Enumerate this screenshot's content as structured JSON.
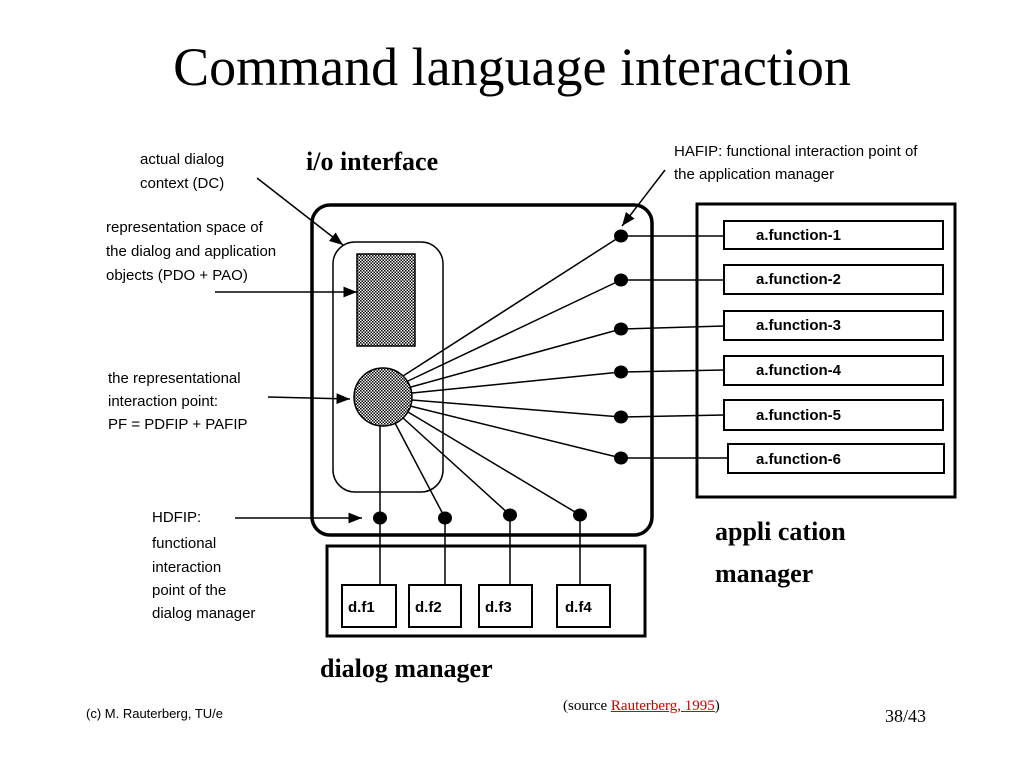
{
  "slide": {
    "title": "Command language interaction",
    "footer_left": "(c) M. Rauterberg, TU/e",
    "source_prefix": "(source ",
    "source_link": "Rauterberg, 1995",
    "source_suffix": ")",
    "page": "38/43"
  },
  "diagram": {
    "io_interface": "i/o interface",
    "application_manager": [
      "appli cation",
      "manager"
    ],
    "dialog_manager": "dialog manager",
    "dc_label": [
      "actual dialog",
      "context   (DC)"
    ],
    "pdo_label": [
      "representation space of",
      "the dialog and application",
      "objects (PDO + PAO)"
    ],
    "pf_label": [
      "the representational",
      "interaction point:",
      "PF = PDFIP + PAFIP"
    ],
    "hdfip_label": [
      "HDFIP:",
      "functional",
      "interaction",
      "point of the",
      "dialog manager"
    ],
    "hafip_label": [
      "HAFIP: functional interaction point of",
      "the application manager"
    ],
    "app_functions": [
      "a.function-1",
      "a.function-2",
      "a.function-3",
      "a.function-4",
      "a.function-5",
      "a.function-6"
    ],
    "dialog_functions": [
      "d.f1",
      "d.f2",
      "d.f3",
      "d.f4"
    ]
  },
  "colors": {
    "link": "#cc0000",
    "stroke": "#000000"
  }
}
